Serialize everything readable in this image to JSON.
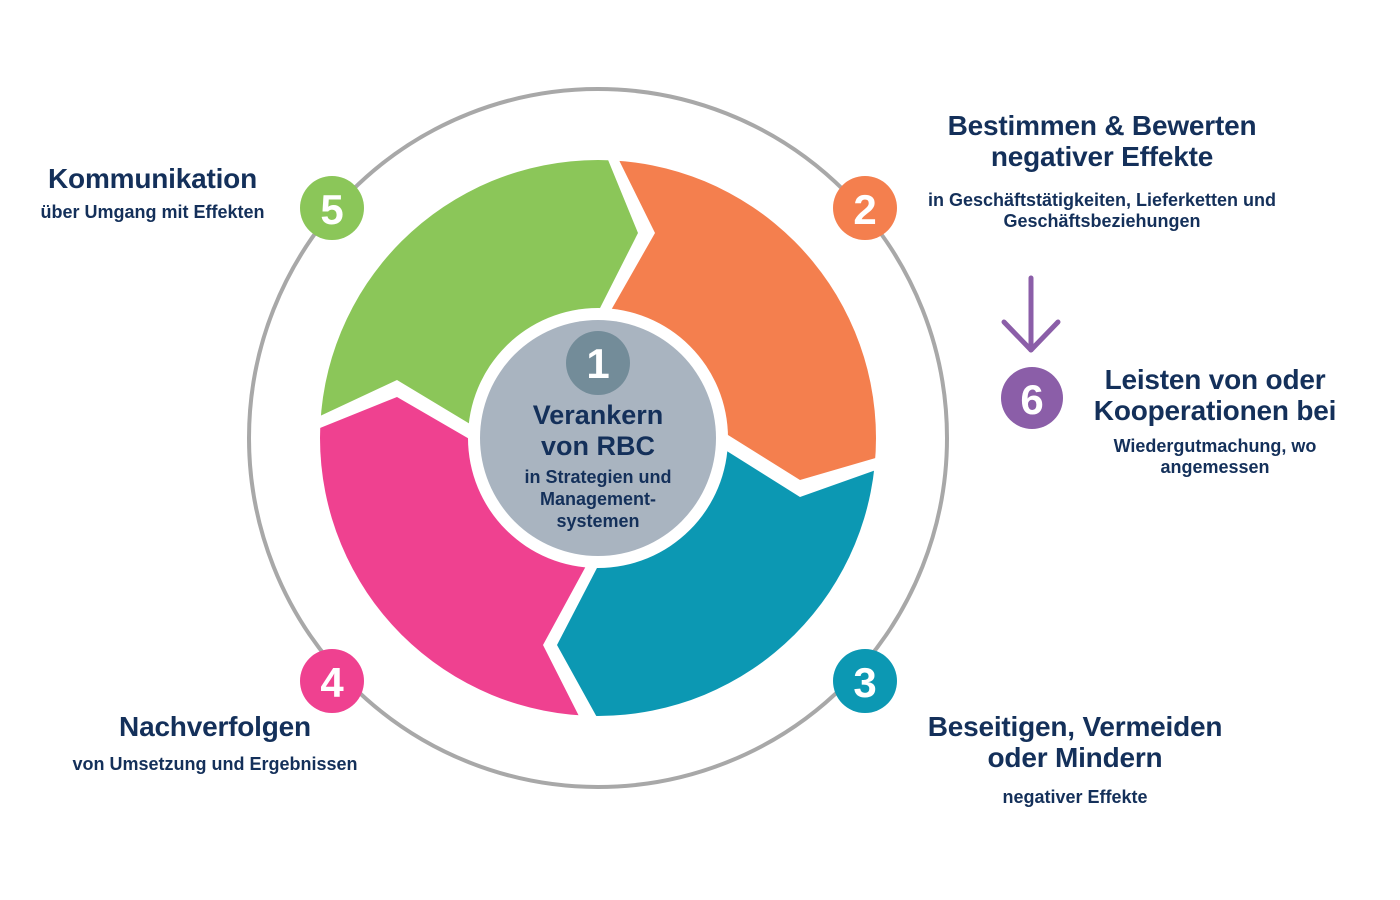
{
  "colors": {
    "text": "#14305a",
    "ring_outline": "#a8a8a8",
    "step1": "#a9b4c0",
    "step1_badge": "#738c99",
    "step2": "#f47f4e",
    "step3": "#0c98b3",
    "step4": "#ef4190",
    "step5": "#8bc659",
    "step6": "#8b5ea8"
  },
  "center": {
    "number": "1",
    "title_line1": "Verankern",
    "title_line2": "von RBC",
    "sub_line1": "in Strategien und",
    "sub_line2": "Management-",
    "sub_line3": "systemen"
  },
  "steps": [
    {
      "number": "2",
      "title_line1": "Bestimmen & Bewerten",
      "title_line2": "negativer Effekte",
      "sub_line1": "in Geschäftstätigkeiten, Lieferketten und",
      "sub_line2": "Geschäftsbeziehungen",
      "color": "#f47f4e"
    },
    {
      "number": "3",
      "title_line1": "Beseitigen, Vermeiden",
      "title_line2": "oder Mindern",
      "sub_line1": "negativer Effekte",
      "color": "#0c98b3"
    },
    {
      "number": "4",
      "title_line1": "Nachverfolgen",
      "sub_line1": "von Umsetzung und Ergebnissen",
      "color": "#ef4190"
    },
    {
      "number": "5",
      "title_line1": "Kommunikation",
      "sub_line1": "über Umgang mit Effekten",
      "color": "#8bc659"
    },
    {
      "number": "6",
      "title_line1": "Leisten von oder",
      "title_line2": "Kooperationen bei",
      "sub_line1": "Wiedergutmachung, wo",
      "sub_line2": "angemessen",
      "color": "#8b5ea8",
      "icon": "arrow-down-icon"
    }
  ]
}
